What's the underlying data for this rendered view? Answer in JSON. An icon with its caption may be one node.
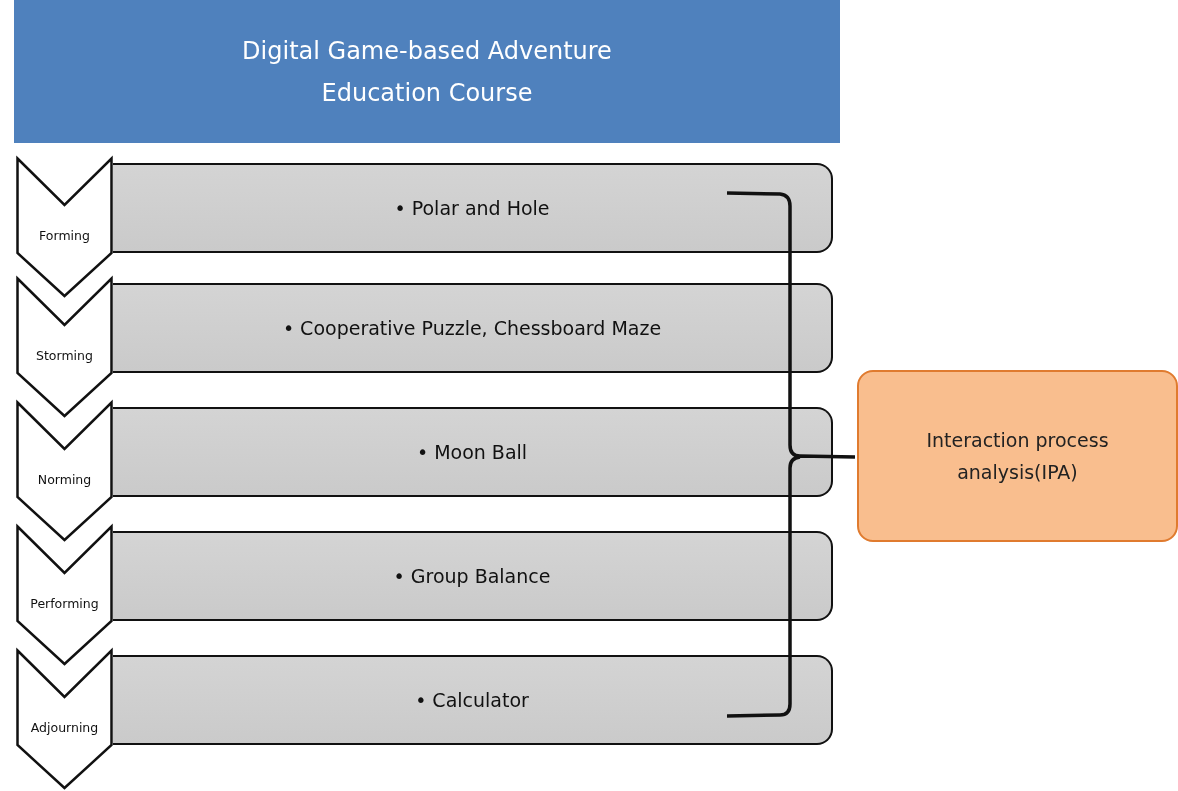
{
  "diagram": {
    "nodes": [
      {
        "text": [
          "Digital Game-based Adventure Education Course"
        ]
      },
      {
        "text": [
          "Forming"
        ]
      },
      {
        "text": [
          "• Polar and Hole"
        ]
      },
      {
        "text": [
          "Storming"
        ]
      },
      {
        "text": [
          "• Cooperative Puzzle, Chessboard Maze"
        ]
      },
      {
        "text": [
          "Norming"
        ]
      },
      {
        "text": [
          "• Moon Ball"
        ]
      },
      {
        "text": [
          "Performing"
        ]
      },
      {
        "text": [
          "• Group Balance"
        ]
      },
      {
        "text": [
          "Adjourning"
        ]
      },
      {
        "text": [
          "• Calculator"
        ]
      },
      {
        "text": [
          "Interaction process analysis(IPA)"
        ]
      }
    ]
  }
}
